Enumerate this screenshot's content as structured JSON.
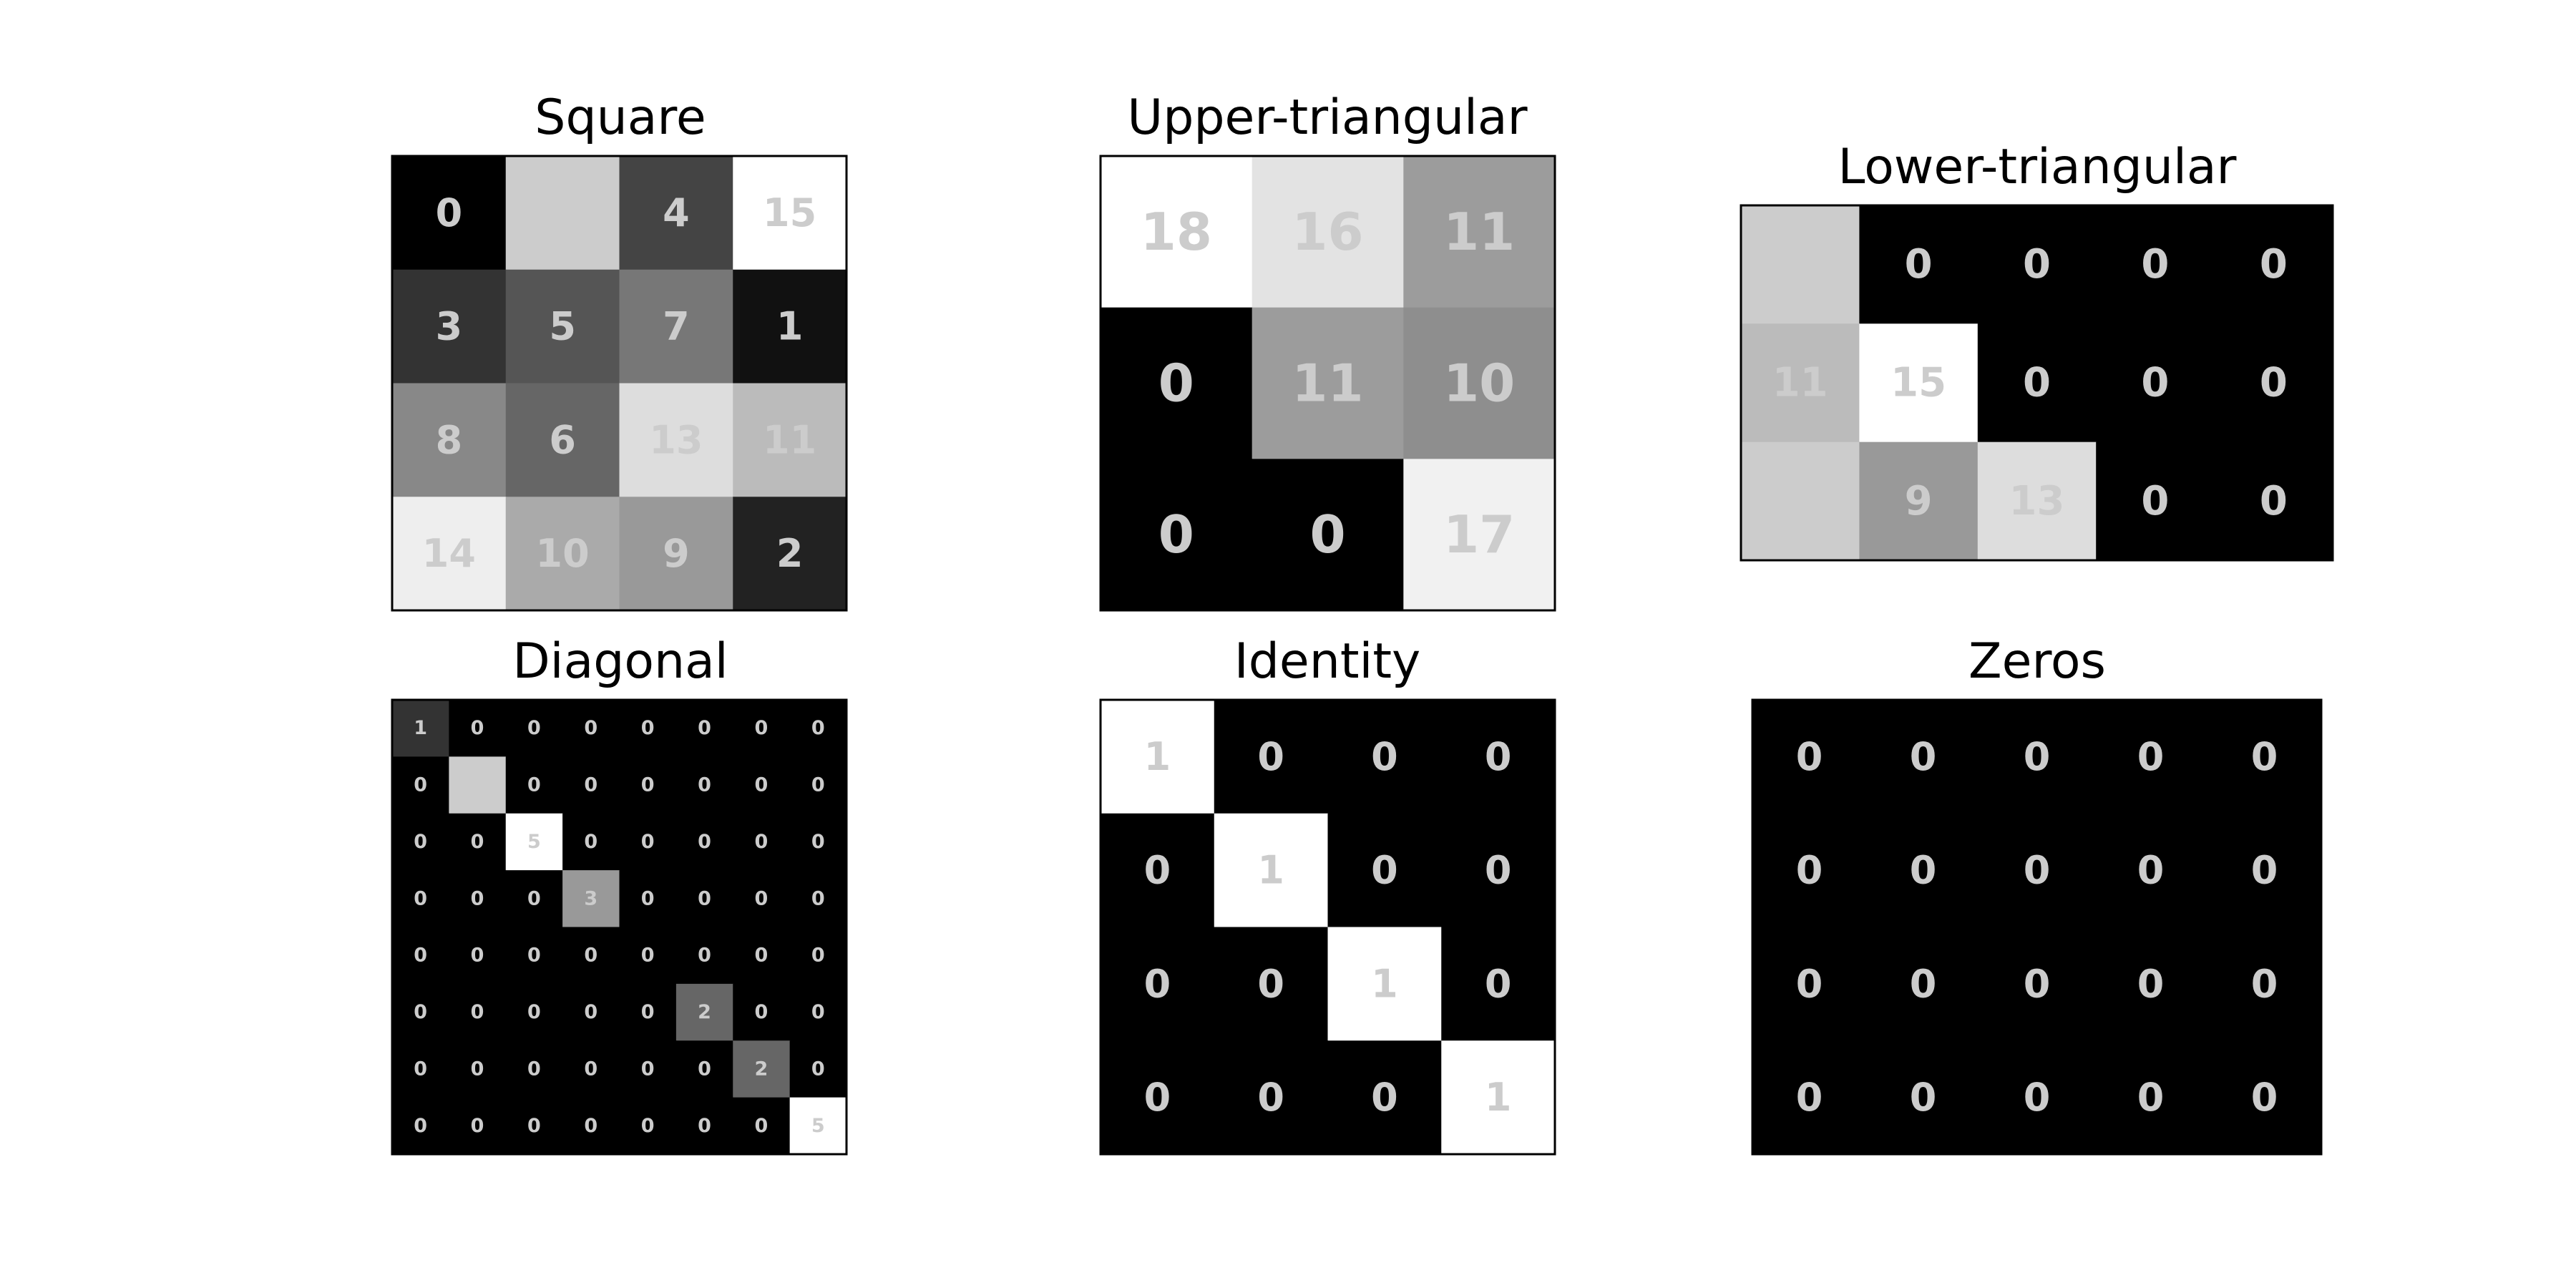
{
  "colors": {
    "background": "#ffffff",
    "frame": "#000000",
    "label": "#cccccc",
    "colormap": "gray"
  },
  "chart_data": [
    {
      "type": "heatmap",
      "title": "Square",
      "rows": 4,
      "cols": 4,
      "colormap": "gray",
      "values": [
        [
          0,
          12,
          4,
          15
        ],
        [
          3,
          5,
          7,
          1
        ],
        [
          8,
          6,
          13,
          11
        ],
        [
          14,
          10,
          9,
          2
        ]
      ],
      "labels": [
        [
          "0",
          "",
          "4",
          "15"
        ],
        [
          "3",
          "5",
          "7",
          "1"
        ],
        [
          "8",
          "6",
          "13",
          "11"
        ],
        [
          "14",
          "10",
          "9",
          "2"
        ]
      ]
    },
    {
      "type": "heatmap",
      "title": "Upper-triangular",
      "rows": 3,
      "cols": 3,
      "colormap": "gray",
      "values": [
        [
          18,
          16,
          11
        ],
        [
          0,
          11,
          10
        ],
        [
          0,
          0,
          17
        ]
      ],
      "labels": [
        [
          "18",
          "16",
          "11"
        ],
        [
          "0",
          "11",
          "10"
        ],
        [
          "0",
          "0",
          "17"
        ]
      ]
    },
    {
      "type": "heatmap",
      "title": "Lower-triangular",
      "rows": 3,
      "cols": 5,
      "colormap": "gray",
      "values": [
        [
          12,
          0,
          0,
          0,
          0
        ],
        [
          11,
          15,
          0,
          0,
          0
        ],
        [
          12,
          9,
          13,
          0,
          0
        ]
      ],
      "labels": [
        [
          "",
          "0",
          "0",
          "0",
          "0"
        ],
        [
          "11",
          "15",
          "0",
          "0",
          "0"
        ],
        [
          "",
          "9",
          "13",
          "0",
          "0"
        ]
      ]
    },
    {
      "type": "heatmap",
      "title": "Diagonal",
      "rows": 8,
      "cols": 8,
      "colormap": "gray",
      "values": [
        [
          1,
          0,
          0,
          0,
          0,
          0,
          0,
          0
        ],
        [
          0,
          4,
          0,
          0,
          0,
          0,
          0,
          0
        ],
        [
          0,
          0,
          5,
          0,
          0,
          0,
          0,
          0
        ],
        [
          0,
          0,
          0,
          3,
          0,
          0,
          0,
          0
        ],
        [
          0,
          0,
          0,
          0,
          0,
          0,
          0,
          0
        ],
        [
          0,
          0,
          0,
          0,
          0,
          2,
          0,
          0
        ],
        [
          0,
          0,
          0,
          0,
          0,
          0,
          2,
          0
        ],
        [
          0,
          0,
          0,
          0,
          0,
          0,
          0,
          5
        ]
      ],
      "labels": [
        [
          "1",
          "0",
          "0",
          "0",
          "0",
          "0",
          "0",
          "0"
        ],
        [
          "0",
          "",
          "0",
          "0",
          "0",
          "0",
          "0",
          "0"
        ],
        [
          "0",
          "0",
          "5",
          "0",
          "0",
          "0",
          "0",
          "0"
        ],
        [
          "0",
          "0",
          "0",
          "3",
          "0",
          "0",
          "0",
          "0"
        ],
        [
          "0",
          "0",
          "0",
          "0",
          "0",
          "0",
          "0",
          "0"
        ],
        [
          "0",
          "0",
          "0",
          "0",
          "0",
          "2",
          "0",
          "0"
        ],
        [
          "0",
          "0",
          "0",
          "0",
          "0",
          "0",
          "2",
          "0"
        ],
        [
          "0",
          "0",
          "0",
          "0",
          "0",
          "0",
          "0",
          "5"
        ]
      ]
    },
    {
      "type": "heatmap",
      "title": "Identity",
      "rows": 4,
      "cols": 4,
      "colormap": "gray",
      "values": [
        [
          1,
          0,
          0,
          0
        ],
        [
          0,
          1,
          0,
          0
        ],
        [
          0,
          0,
          1,
          0
        ],
        [
          0,
          0,
          0,
          1
        ]
      ],
      "labels": [
        [
          "1",
          "0",
          "0",
          "0"
        ],
        [
          "0",
          "1",
          "0",
          "0"
        ],
        [
          "0",
          "0",
          "1",
          "0"
        ],
        [
          "0",
          "0",
          "0",
          "1"
        ]
      ]
    },
    {
      "type": "heatmap",
      "title": "Zeros",
      "rows": 4,
      "cols": 5,
      "colormap": "gray",
      "values": [
        [
          0,
          0,
          0,
          0,
          0
        ],
        [
          0,
          0,
          0,
          0,
          0
        ],
        [
          0,
          0,
          0,
          0,
          0
        ],
        [
          0,
          0,
          0,
          0,
          0
        ]
      ],
      "labels": [
        [
          "0",
          "0",
          "0",
          "0",
          "0"
        ],
        [
          "0",
          "0",
          "0",
          "0",
          "0"
        ],
        [
          "0",
          "0",
          "0",
          "0",
          "0"
        ],
        [
          "0",
          "0",
          "0",
          "0",
          "0"
        ]
      ]
    }
  ]
}
